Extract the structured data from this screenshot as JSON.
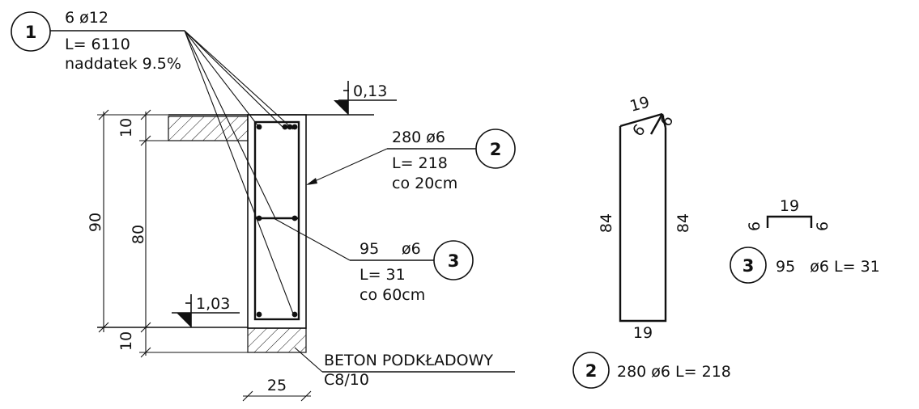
{
  "callout_1": {
    "num": "1",
    "line1": "6 ø12",
    "line2": "L= 6110",
    "line3": "naddatek 9.5%"
  },
  "callout_2": {
    "num": "2",
    "line1": "280 ø6",
    "line2": "L= 218",
    "line3": "co 20cm"
  },
  "callout_3": {
    "num": "3",
    "line1_a": "95",
    "line1_b": "ø6",
    "line2": "L= 31",
    "line3": "co 60cm"
  },
  "levels": {
    "top": "0,13",
    "bottom": "1,03"
  },
  "dimensions": {
    "total_height": "90",
    "top": "10",
    "middle": "80",
    "bottom": "10",
    "width": "25"
  },
  "concrete_note": {
    "line1": "BETON PODKŁADOWY",
    "line2": "C8/10"
  },
  "stirrup_shape": {
    "top": "19",
    "hook_a": "6",
    "hook_b": "6",
    "left": "84",
    "right": "84",
    "bottom": "19",
    "label_num": "2",
    "label_text": "280 ø6 L= 218"
  },
  "tie_shape": {
    "top": "19",
    "left": "6",
    "right": "6",
    "label_num": "3",
    "label_text": "95   ø6 L= 31"
  },
  "colors": {
    "ink": "#111111",
    "background": "#ffffff"
  }
}
